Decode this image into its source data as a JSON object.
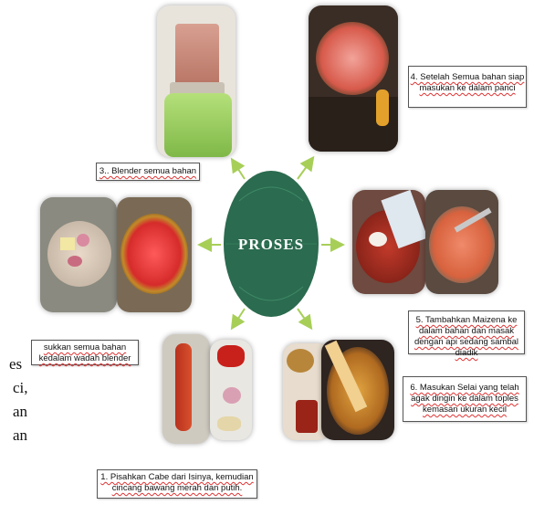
{
  "center_label": "PROSES",
  "colors": {
    "ellipse": "#2b6b4f",
    "arrow": "#a7cf58",
    "caption_border": "#555555"
  },
  "steps": {
    "step1": "1. Pisahkan Cabe dari Isinya, kemudian cincang bawang merah dan putih.",
    "step2": "sukkan semua bahan kedalam wadah blender",
    "step3": "3.. Blender semua bahan",
    "step4": "4. Setelah Semua bahan siap masukan ke dalam panci",
    "step5": "5. Tambahkan Maizena ke dalam bahan dan masak dengan api sedang sambal diadik",
    "step6": "6. Masukan Selai yang telah agak dingin ke dalam toples kemasan ukuran kecil"
  },
  "side_text_fragments": [
    "es",
    "ci,",
    "an",
    "an"
  ]
}
